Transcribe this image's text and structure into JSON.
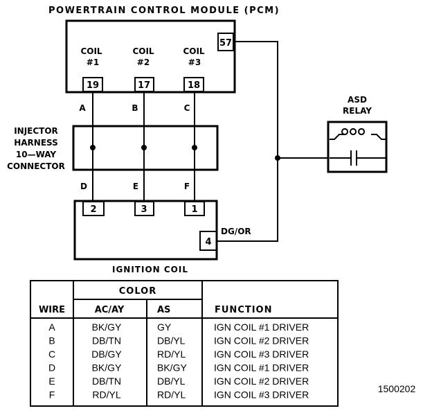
{
  "pcm": {
    "title": "POWERTRAIN CONTROL MODULE (PCM)",
    "coils": [
      {
        "line1": "COIL",
        "line2": "#1",
        "pin": "19"
      },
      {
        "line1": "COIL",
        "line2": "#2",
        "pin": "17"
      },
      {
        "line1": "COIL",
        "line2": "#3",
        "pin": "18"
      }
    ],
    "relay_pin": "57"
  },
  "harness": {
    "line1": "INJECTOR",
    "line2": "HARNESS",
    "line3": "10—WAY",
    "line4": "CONNECTOR",
    "upper_letters": [
      "A",
      "B",
      "C"
    ],
    "lower_letters": [
      "D",
      "E",
      "F"
    ]
  },
  "ignition_coil": {
    "title": "IGNITION COIL",
    "pins": [
      "2",
      "3",
      "1"
    ],
    "power_pin": "4",
    "power_wire_color": "DG/OR"
  },
  "asd_relay": {
    "line1": "ASD",
    "line2": "RELAY"
  },
  "table": {
    "headers": {
      "color": "COLOR",
      "wire": "WIRE",
      "acay": "AC/AY",
      "as": "AS",
      "function": "FUNCTION"
    },
    "rows": [
      {
        "wire": "A",
        "acay": "BK/GY",
        "as": "GY",
        "function": "IGN COIL #1 DRIVER"
      },
      {
        "wire": "B",
        "acay": "DB/TN",
        "as": "DB/YL",
        "function": "IGN COIL #2 DRIVER"
      },
      {
        "wire": "C",
        "acay": "DB/GY",
        "as": "RD/YL",
        "function": "IGN COIL #3 DRIVER"
      },
      {
        "wire": "D",
        "acay": "BK/GY",
        "as": "BK/GY",
        "function": "IGN COIL #1 DRIVER"
      },
      {
        "wire": "E",
        "acay": "DB/TN",
        "as": "DB/YL",
        "function": "IGN COIL #2 DRIVER"
      },
      {
        "wire": "F",
        "acay": "RD/YL",
        "as": "RD/YL",
        "function": "IGN COIL #3 DRIVER"
      }
    ]
  },
  "figure_number": "1500202"
}
